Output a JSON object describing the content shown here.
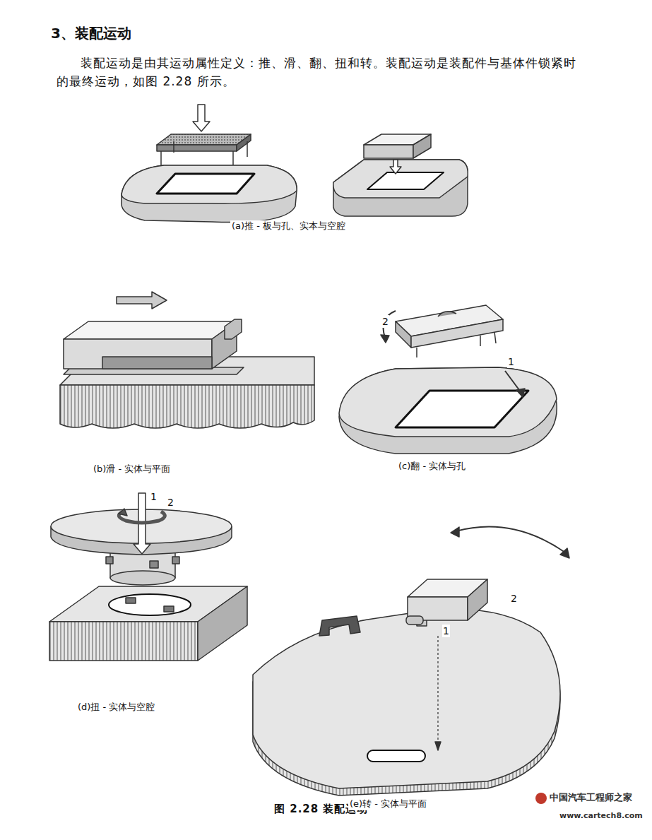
{
  "diagram": {
    "title": "3、装配运动",
    "caption": "图 2.28 装配运动",
    "labels": [
      "装配运动是由其运动属性定义：推、滑、翻、扭和转。装配运动是装配件与基体件锁紧时的最终运动，如图 2.28 所示。",
      "(a)推 - 板与孔、实本与空腔",
      "2",
      "1",
      "(b)滑 - 实体与平面",
      "(c)翻 - 实体与孔",
      "1",
      "2",
      "2",
      "1",
      "(d)扭 - 实体与空腔",
      "(e)转 - 实体与平面",
      "中国汽车工程师之家",
      "www.cartech8.com"
    ]
  }
}
